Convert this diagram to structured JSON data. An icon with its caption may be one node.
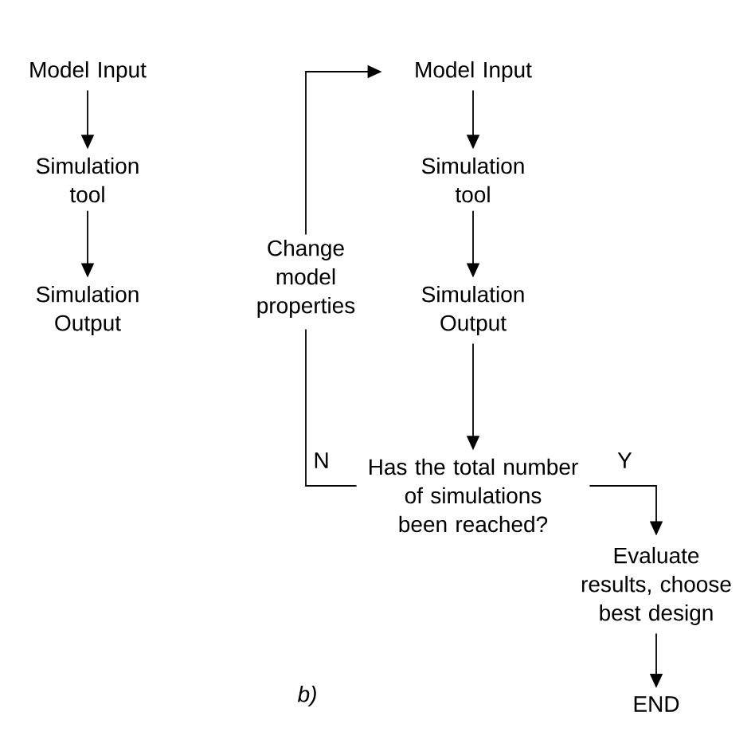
{
  "diagram": {
    "nodes": [
      {
        "text": [
          "Model Input"
        ]
      },
      {
        "text": [
          "Simulation tool"
        ]
      },
      {
        "text": [
          "Simulation Output"
        ]
      },
      {
        "text": [
          "Model Input"
        ]
      },
      {
        "text": [
          "Simulation tool"
        ]
      },
      {
        "text": [
          "Simulation Output"
        ]
      },
      {
        "text": [
          "Has the total number of simulations been reached?"
        ]
      },
      {
        "text": [
          "Change model properties"
        ]
      },
      {
        "text": [
          "Evaluate results, choose best design"
        ]
      },
      {
        "text": [
          "END"
        ]
      }
    ],
    "edges": [
      {
        "from": 0,
        "to": 1,
        "arrow": "to"
      },
      {
        "from": 1,
        "to": 2,
        "arrow": "to"
      },
      {
        "from": 3,
        "to": 4,
        "arrow": "to"
      },
      {
        "from": 4,
        "to": 5,
        "arrow": "to"
      },
      {
        "from": 5,
        "to": 6,
        "arrow": "to"
      },
      {
        "from": 6,
        "to": 7,
        "arrow": "none",
        "label": "N"
      },
      {
        "from": 7,
        "to": 3,
        "arrow": "to"
      },
      {
        "from": 6,
        "to": 8,
        "arrow": "to",
        "label": "Y"
      },
      {
        "from": 8,
        "to": 9,
        "arrow": "to"
      }
    ],
    "labels": [
      "b)"
    ]
  }
}
